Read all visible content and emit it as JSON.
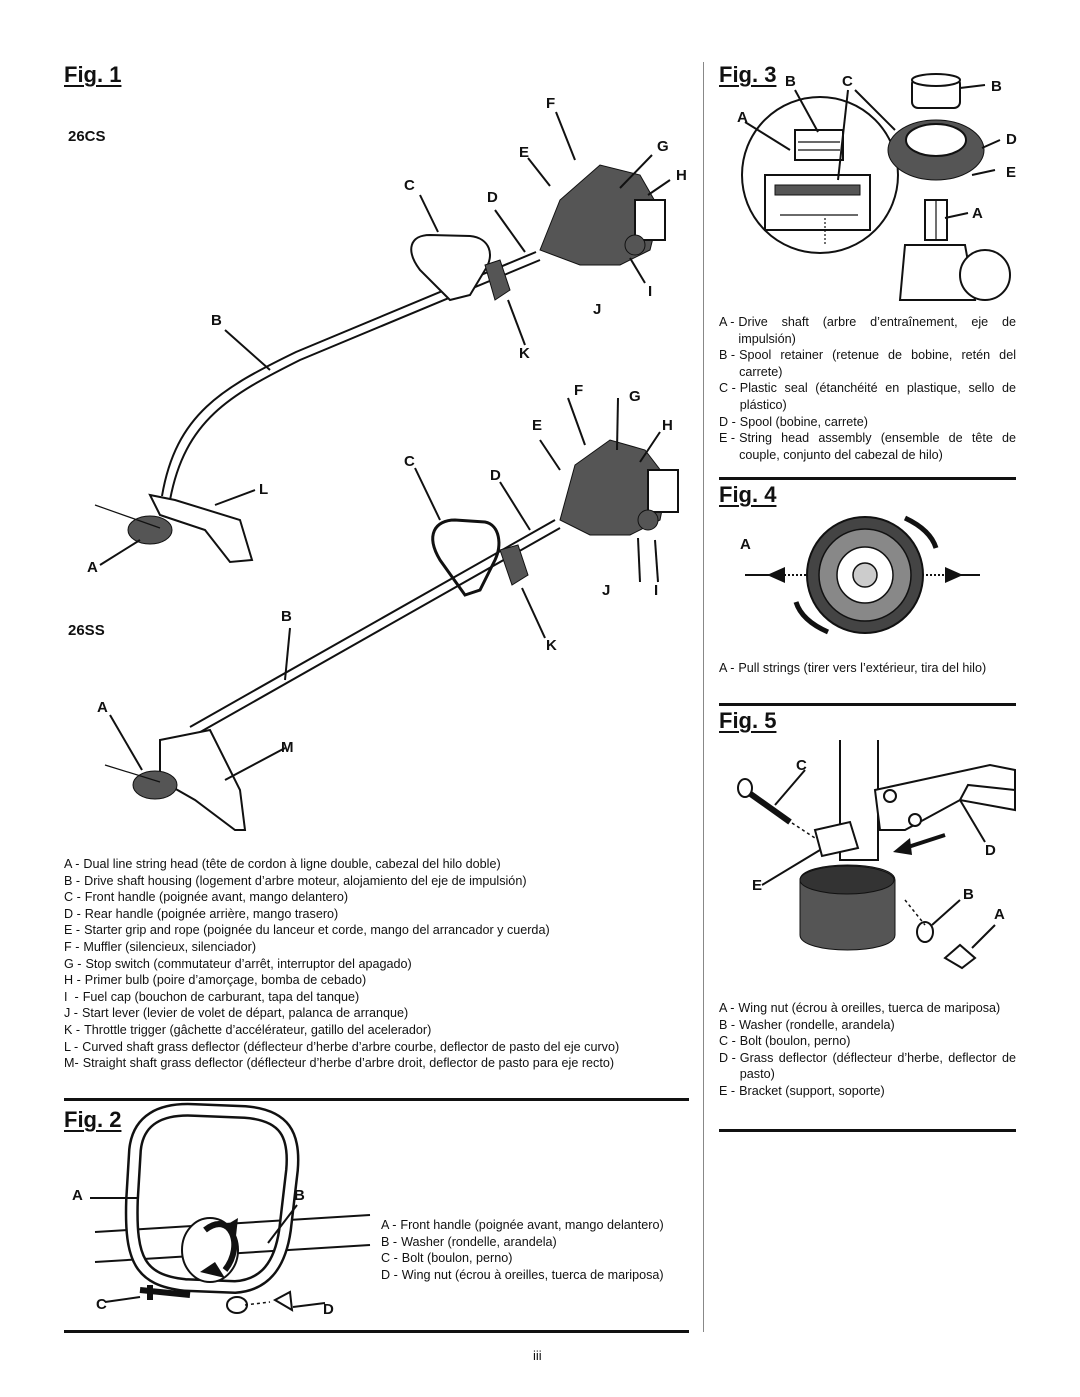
{
  "page_number": "iii",
  "fig1": {
    "title": "Fig. 1",
    "model_top": "26CS",
    "model_bottom": "26SS",
    "callouts_top": [
      "F",
      "E",
      "G",
      "H",
      "C",
      "D",
      "I",
      "J",
      "B",
      "K",
      "L",
      "A"
    ],
    "callouts_bottom": [
      "F",
      "G",
      "E",
      "H",
      "C",
      "D",
      "J",
      "I",
      "B",
      "K",
      "A",
      "M"
    ],
    "legend": [
      {
        "key": "A -",
        "text": "Dual line string head (tête de cordon à ligne double, cabezal del hilo doble)"
      },
      {
        "key": "B -",
        "text": "Drive shaft housing (logement d’arbre moteur, alojamiento del eje de impulsión)"
      },
      {
        "key": "C -",
        "text": "Front handle (poignée avant, mango delantero)"
      },
      {
        "key": "D -",
        "text": "Rear handle (poignée arrière, mango trasero)"
      },
      {
        "key": "E -",
        "text": "Starter grip and rope (poignée du lanceur et corde, mango del arrancador y cuerda)"
      },
      {
        "key": "F -",
        "text": "Muffler (silencieux, silenciador)"
      },
      {
        "key": "G -",
        "text": "Stop switch (commutateur d’arrêt, interruptor del apagado)"
      },
      {
        "key": "H -",
        "text": "Primer bulb (poire d’amorçage, bomba de cebado)"
      },
      {
        "key": "I  -",
        "text": "Fuel cap (bouchon de carburant, tapa del tanque)"
      },
      {
        "key": "J -",
        "text": "Start lever (levier de volet de départ, palanca de arranque)"
      },
      {
        "key": "K -",
        "text": "Throttle trigger (gâchette d’accélérateur, gatillo del acelerador)"
      },
      {
        "key": "L -",
        "text": "Curved shaft grass deflector (déflecteur d’herbe d’arbre courbe, deflector de pasto del eje curvo)"
      },
      {
        "key": "M-",
        "text": "Straight shaft grass deflector (déflecteur d’herbe d’arbre droit, deflector de pasto para eje recto)"
      }
    ]
  },
  "fig2": {
    "title": "Fig. 2",
    "callouts": [
      "A",
      "B",
      "C",
      "D"
    ],
    "legend": [
      {
        "key": "A -",
        "text": "Front handle (poignée avant, mango delantero)"
      },
      {
        "key": "B -",
        "text": "Washer (rondelle, arandela)"
      },
      {
        "key": "C -",
        "text": "Bolt (boulon, perno)"
      },
      {
        "key": "D -",
        "text": "Wing nut (écrou à oreilles, tuerca de mariposa)"
      }
    ]
  },
  "fig3": {
    "title": "Fig. 3",
    "callouts": [
      "B",
      "C",
      "B",
      "A",
      "D",
      "E",
      "A"
    ],
    "legend": [
      {
        "key": "A -",
        "text": "Drive shaft (arbre d’entraînement, eje de impulsión)"
      },
      {
        "key": "B -",
        "text": "Spool retainer (retenue de bobine, retén del carrete)"
      },
      {
        "key": "C -",
        "text": "Plastic seal (étanchéité en plastique, sello de plástico)"
      },
      {
        "key": "D -",
        "text": "Spool (bobine, carrete)"
      },
      {
        "key": "E -",
        "text": "String head assembly (ensemble de tête de couple, conjunto del cabezal de hilo)"
      }
    ]
  },
  "fig4": {
    "title": "Fig. 4",
    "callouts": [
      "A"
    ],
    "legend": [
      {
        "key": "A -",
        "text": "Pull strings (tirer vers l’extérieur, tira del hilo)"
      }
    ]
  },
  "fig5": {
    "title": "Fig. 5",
    "callouts": [
      "C",
      "D",
      "E",
      "B",
      "A"
    ],
    "legend": [
      {
        "key": "A -",
        "text": "Wing nut (écrou à oreilles, tuerca de mariposa)"
      },
      {
        "key": "B -",
        "text": "Washer (rondelle, arandela)"
      },
      {
        "key": "C -",
        "text": "Bolt (boulon, perno)"
      },
      {
        "key": "D -",
        "text": "Grass deflector (déflecteur d’herbe, deflector de pasto)"
      },
      {
        "key": "E -",
        "text": "Bracket (support, soporte)"
      }
    ]
  }
}
